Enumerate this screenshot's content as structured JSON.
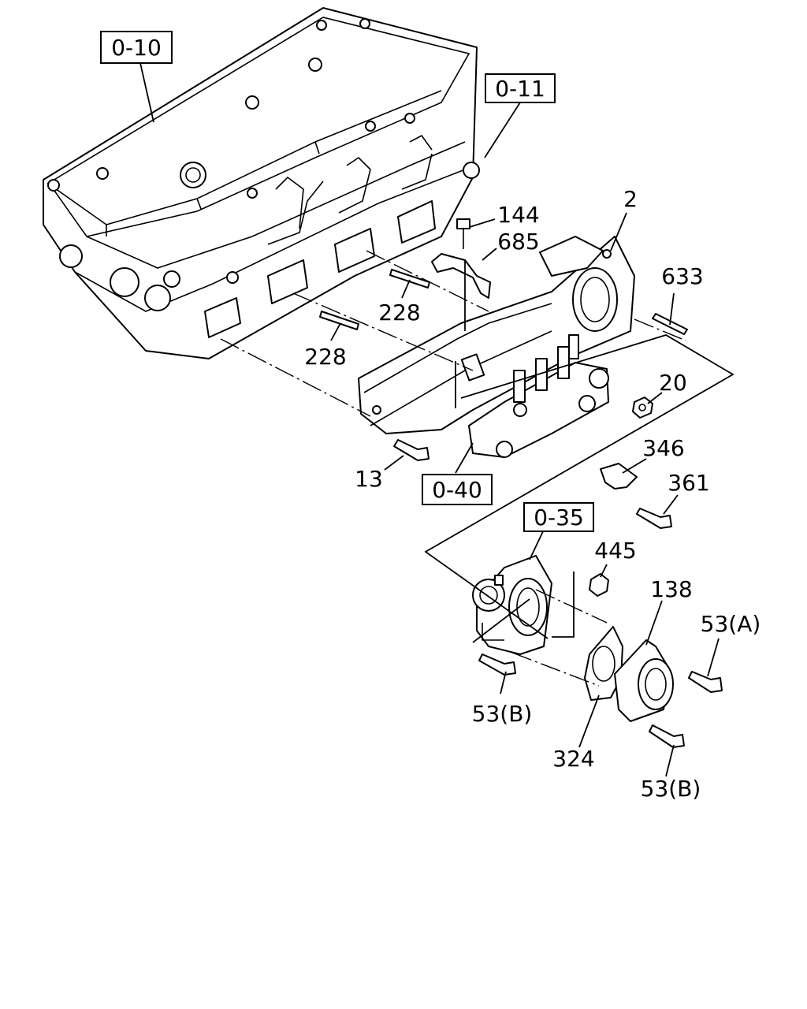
{
  "references": {
    "ref_0_10": "0-10",
    "ref_0_11": "0-11",
    "ref_0_40": "0-40",
    "ref_0_35": "0-35"
  },
  "callouts": {
    "c2": "2",
    "c144": "144",
    "c685": "685",
    "c633": "633",
    "c228a": "228",
    "c228b": "228",
    "c20": "20",
    "c346": "346",
    "c361": "361",
    "c13": "13",
    "c445": "445",
    "c138": "138",
    "c53a": "53(A)",
    "c53b1": "53(B)",
    "c53b2": "53(B)",
    "c324": "324"
  }
}
